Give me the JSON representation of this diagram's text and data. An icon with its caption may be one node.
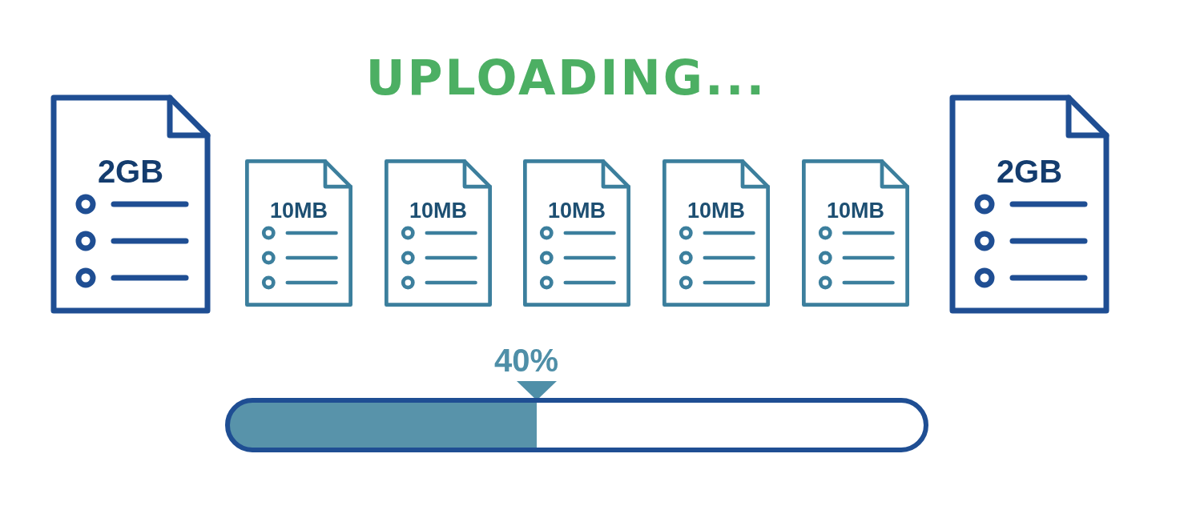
{
  "diagram": {
    "title": "UPLOADING...",
    "nodes": [
      {
        "text": [
          "2GB"
        ]
      },
      {
        "text": [
          "10MB"
        ]
      },
      {
        "text": [
          "10MB"
        ]
      },
      {
        "text": [
          "10MB"
        ]
      },
      {
        "text": [
          "10MB"
        ]
      },
      {
        "text": [
          "10MB"
        ]
      },
      {
        "text": [
          "2GB"
        ]
      }
    ],
    "labels": [
      "40%"
    ]
  }
}
